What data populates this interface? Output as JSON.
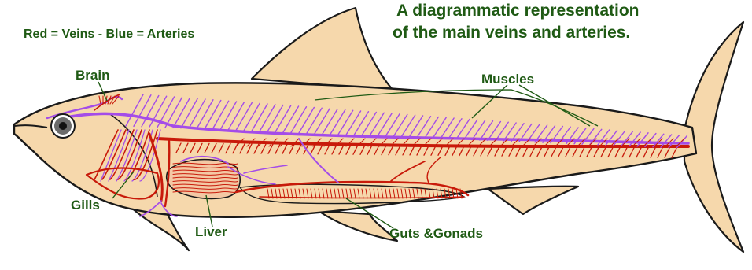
{
  "title_lines": [
    "A diagrammatic representation",
    "of the main veins and arteries."
  ],
  "color_key": "Red = Veins - Blue = Arteries",
  "labels": {
    "brain": "Brain",
    "muscles": "Muscles",
    "gills": "Gills",
    "liver": "Liver",
    "guts_gonads": "Guts &Gonads"
  },
  "colors": {
    "body": "#f6d8ac",
    "outline": "#1a1a1a",
    "vein_red": "#c81a0a",
    "artery_blue": "#a44ce8",
    "label_green": "#1f5a14"
  }
}
